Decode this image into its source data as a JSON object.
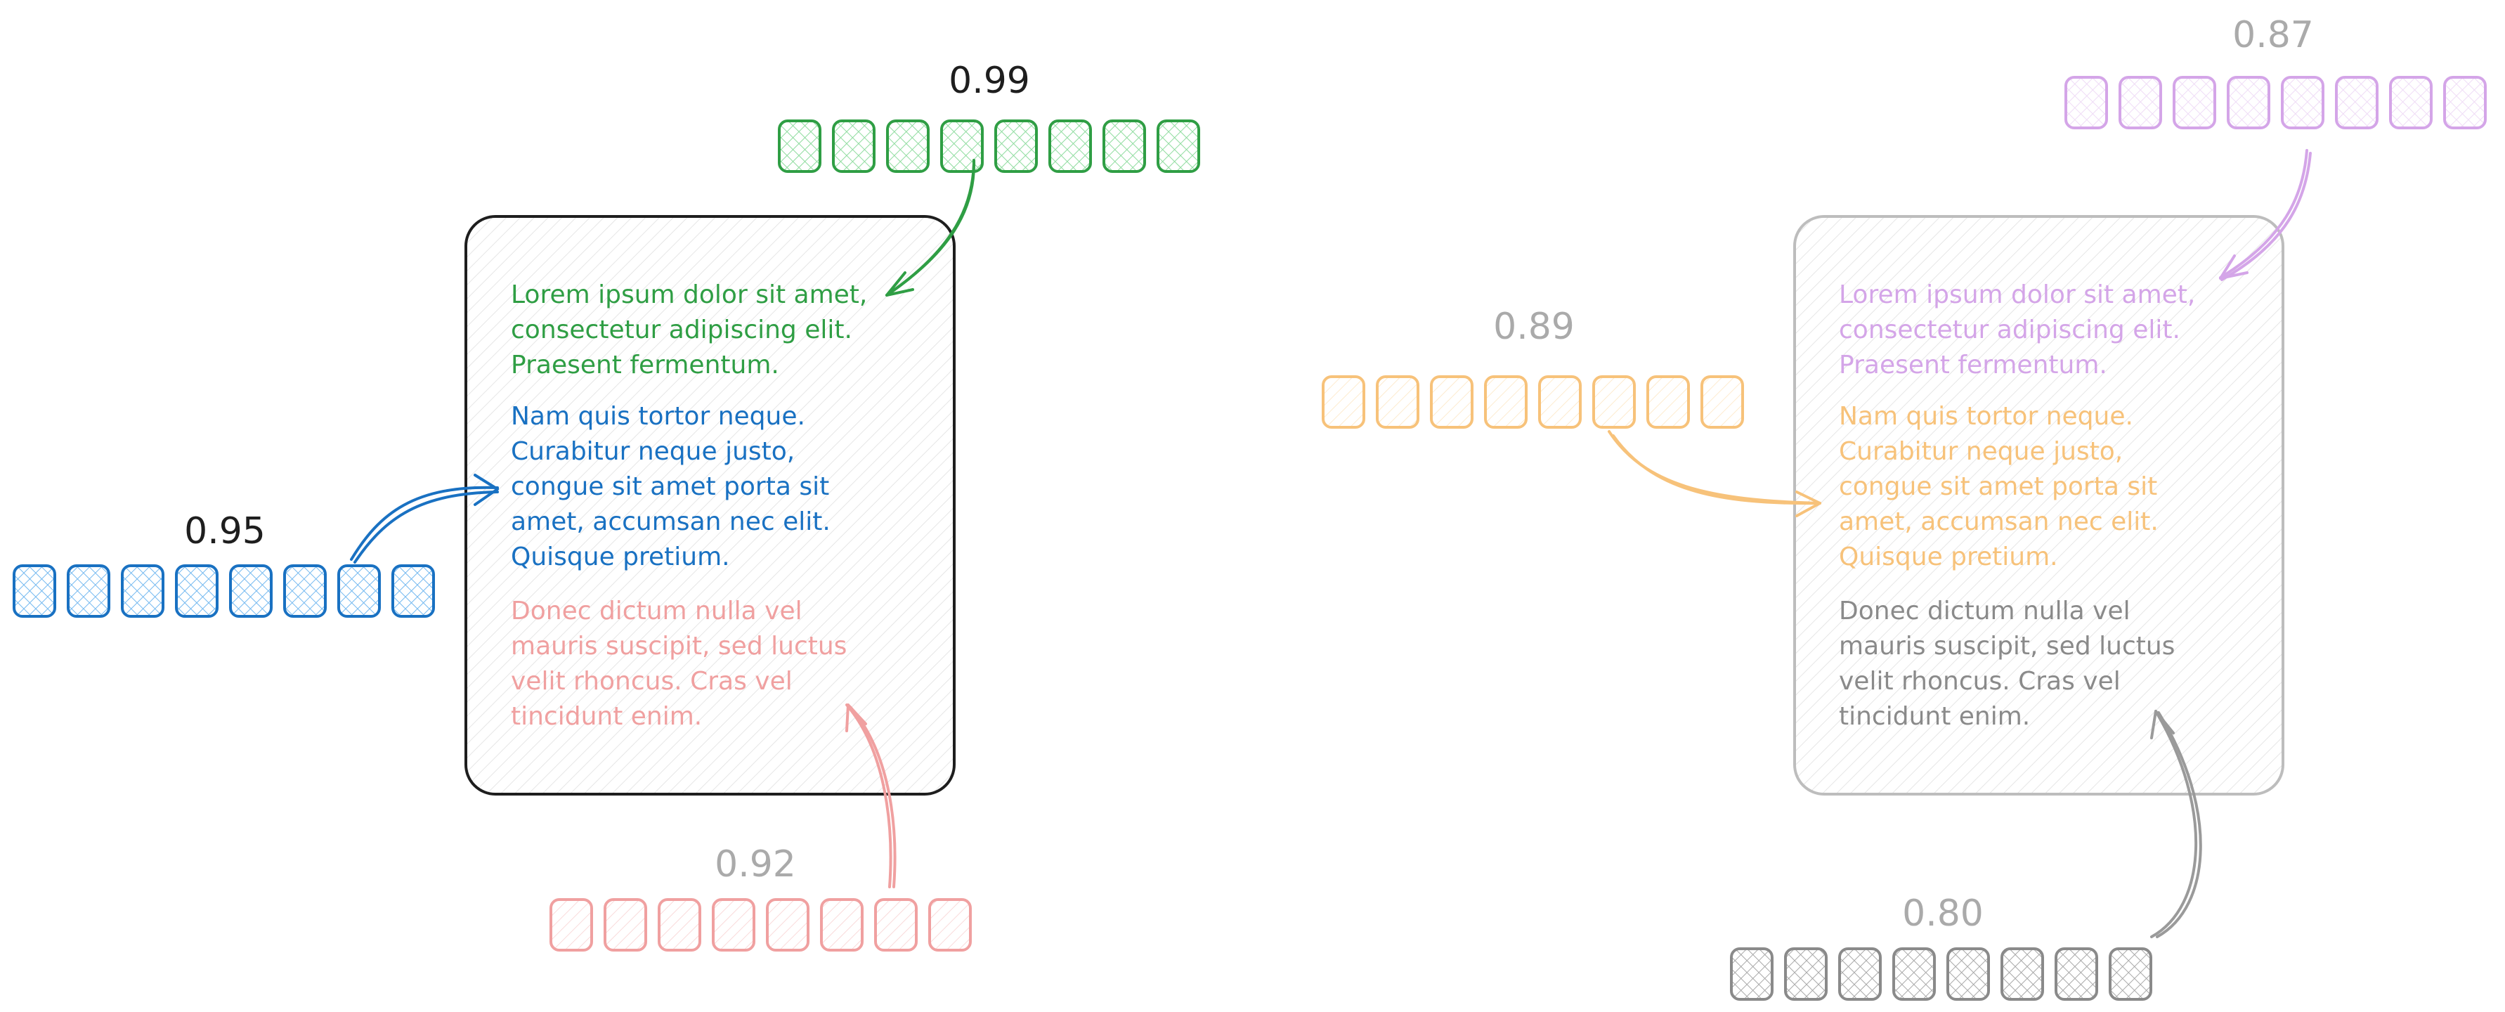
{
  "colors": {
    "green": "#2f9e44",
    "blue": "#1971c2",
    "pink": "#f0a0a0",
    "black": "#1e1e1e",
    "purple": "#d4a5e8",
    "orange": "#f7c27a",
    "gray": "#9a9a9a"
  },
  "paragraphs": {
    "p1": [
      "Lorem ipsum dolor sit amet,",
      "consectetur adipiscing elit.",
      "Praesent fermentum."
    ],
    "p2": [
      "Nam quis tortor neque.",
      "Curabitur neque justo,",
      "congue sit amet porta sit",
      "amet, accumsan nec elit.",
      "Quisque pretium."
    ],
    "p3": [
      "Donec dictum nulla vel",
      "mauris suscipit, sed luctus",
      "velit rhoncus. Cras vel",
      "tincidunt enim."
    ]
  },
  "left_panel": {
    "tokens": [
      {
        "id": "green",
        "score": "0.99",
        "color_key": "green",
        "highlighted": true
      },
      {
        "id": "blue",
        "score": "0.95",
        "color_key": "blue",
        "highlighted": true
      },
      {
        "id": "pink",
        "score": "0.92",
        "color_key": "pink",
        "highlighted": false
      }
    ]
  },
  "right_panel": {
    "tokens": [
      {
        "id": "purple",
        "score": "0.87",
        "color_key": "purple",
        "highlighted": false
      },
      {
        "id": "orange",
        "score": "0.89",
        "color_key": "orange",
        "highlighted": false
      },
      {
        "id": "gray",
        "score": "0.80",
        "color_key": "gray",
        "highlighted": true
      }
    ]
  }
}
